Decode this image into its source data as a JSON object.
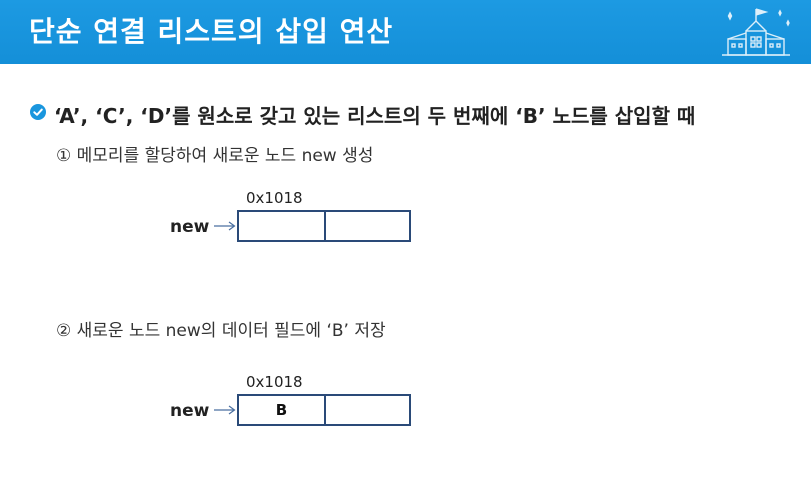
{
  "slide": {
    "title": "단순 연결 리스트의 삽입 연산",
    "bullet": "‘A’, ‘C’, ‘D’를 원소로 갖고 있는 리스트의 두 번째에 ‘B’ 노드를 삽입할 때",
    "bullet_icon": "check-circle-icon",
    "decor_icon": "school-building-icon"
  },
  "steps": [
    {
      "label": "① 메모리를 할당하여 새로운 노드 new 생성",
      "node": {
        "address": "0x1018",
        "pointer": "new",
        "data": "",
        "link": ""
      }
    },
    {
      "label": "② 새로운 노드 new의 데이터 필드에 ‘B’ 저장",
      "node": {
        "address": "0x1018",
        "pointer": "new",
        "data": "B",
        "link": ""
      }
    }
  ],
  "colors": {
    "title_bar": "#1a96de",
    "bullet_icon": "#1a96de",
    "node_border": "#2a4a78",
    "arrow": "#4a6fa0"
  }
}
